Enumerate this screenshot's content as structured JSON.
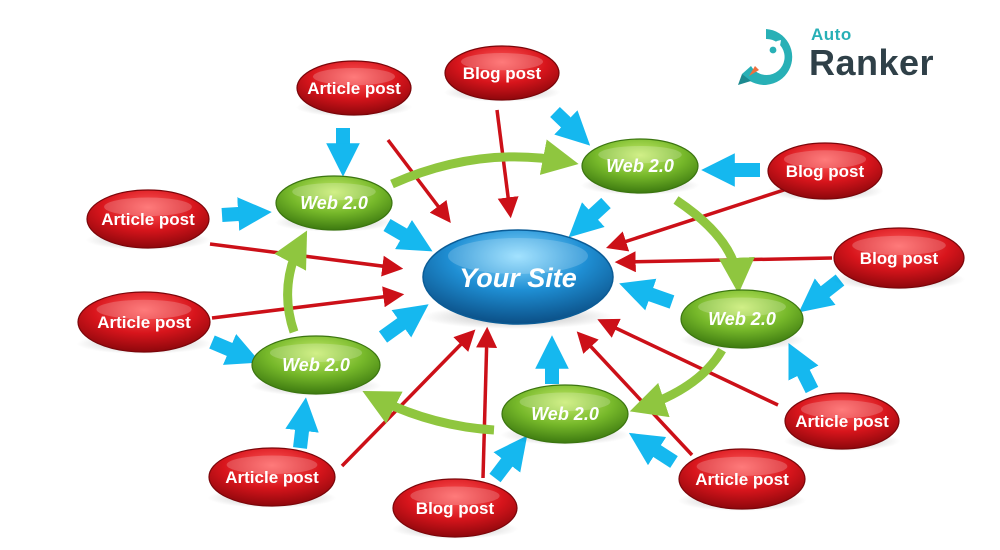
{
  "brand": {
    "auto": "Auto",
    "ranker": "Ranker",
    "teal": "#28b0b6",
    "dark": "#2f4048",
    "icon": "rocket-icon"
  },
  "center": {
    "label": "Your Site"
  },
  "web2_label": "Web 2.0",
  "nodes": [
    {
      "id": "article-1",
      "kind": "article",
      "label": "Article post"
    },
    {
      "id": "blog-1",
      "kind": "blog",
      "label": "Blog post"
    },
    {
      "id": "article-2",
      "kind": "article",
      "label": "Article post"
    },
    {
      "id": "article-3",
      "kind": "article",
      "label": "Article post"
    },
    {
      "id": "blog-2",
      "kind": "blog",
      "label": "Blog post"
    },
    {
      "id": "blog-3",
      "kind": "blog",
      "label": "Blog post"
    },
    {
      "id": "article-4",
      "kind": "article",
      "label": "Article post"
    },
    {
      "id": "article-5",
      "kind": "article",
      "label": "Article post"
    },
    {
      "id": "blog-4",
      "kind": "blog",
      "label": "Blog post"
    },
    {
      "id": "article-6",
      "kind": "article",
      "label": "Article post"
    }
  ],
  "web2_nodes": [
    {
      "id": "web2-1",
      "label": "Web 2.0"
    },
    {
      "id": "web2-2",
      "label": "Web 2.0"
    },
    {
      "id": "web2-3",
      "label": "Web 2.0"
    },
    {
      "id": "web2-4",
      "label": "Web 2.0"
    },
    {
      "id": "web2-5",
      "label": "Web 2.0"
    }
  ],
  "colors": {
    "red": "#d8151c",
    "green": "#76b82a",
    "blue": "#1f8fd4",
    "arrow_red": "#cc1018",
    "arrow_green": "#8fc63f",
    "arrow_cyan": "#15b8ef"
  }
}
